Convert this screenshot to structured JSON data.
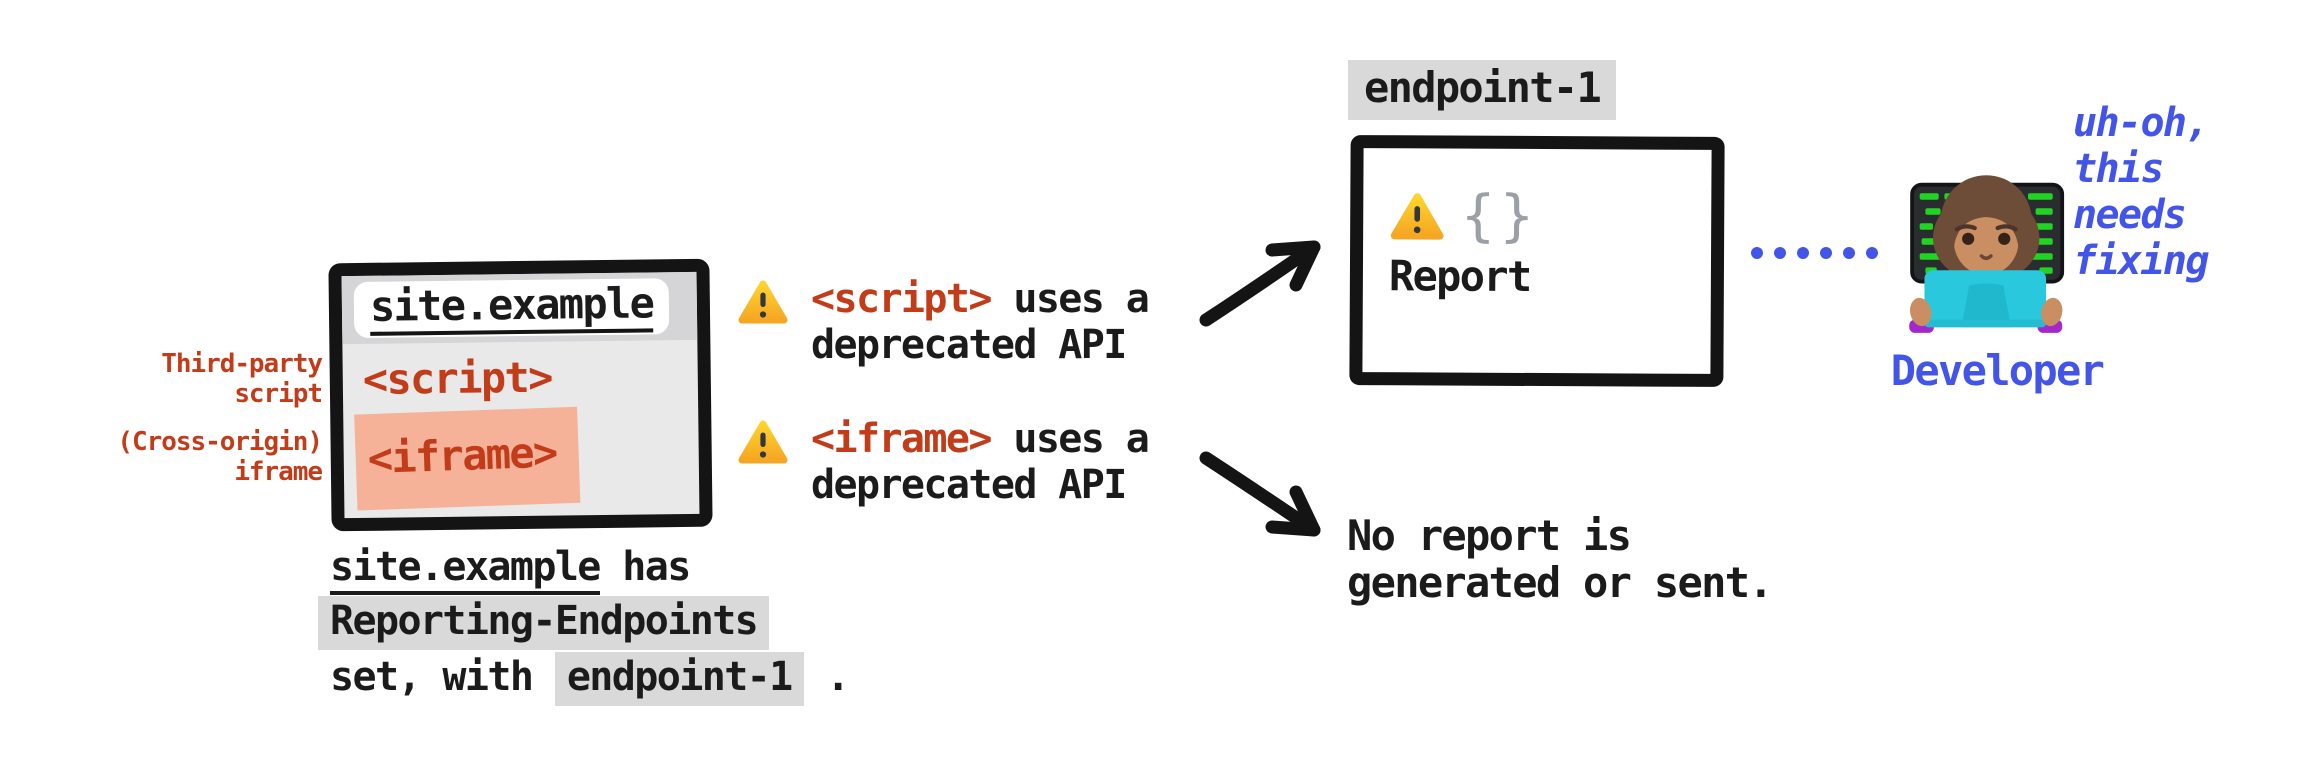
{
  "colors": {
    "accent_red": "#c23c1a",
    "salmon_highlight": "#f6b199",
    "gray_highlight": "#d9d9d9",
    "blue": "#4355e8",
    "ink": "#141414",
    "browser_body": "#e9e9ea",
    "browser_topbar": "#d5d5d7",
    "brace_gray": "#9aa0a6",
    "warning_yellow": "#ffc62b"
  },
  "browser": {
    "address": "site.example",
    "script_tag": "<script>",
    "iframe_tag": "<iframe>",
    "script_side_label": "Third-party\nscript",
    "iframe_side_label": "(Cross-origin)\niframe"
  },
  "warnings": [
    {
      "tag": "<script>",
      "after_tag": " uses a",
      "line2": "deprecated API"
    },
    {
      "tag": "<iframe>",
      "after_tag": " uses a",
      "line2": "deprecated API"
    }
  ],
  "endpoint": {
    "label": "endpoint-1",
    "braces": "{}",
    "report_label": "Report"
  },
  "no_report": {
    "line1": "No report is",
    "line2": "generated or sent."
  },
  "developer": {
    "label": "Developer",
    "thought": "uh-oh,\nthis\nneeds\nfixing"
  },
  "caption": {
    "domain": "site.example",
    "after_domain": " has",
    "header_name": "Reporting-Endpoints",
    "line3_pre": "set, with ",
    "line3_code": "endpoint-1",
    "line3_post": " ."
  },
  "icons": {
    "warning": "warning-triangle-icon",
    "developer": "woman-technologist-emoji",
    "connector": "blue-dotted-line",
    "arrow_up": "arrow-to-endpoint",
    "arrow_down": "arrow-to-no-report"
  }
}
